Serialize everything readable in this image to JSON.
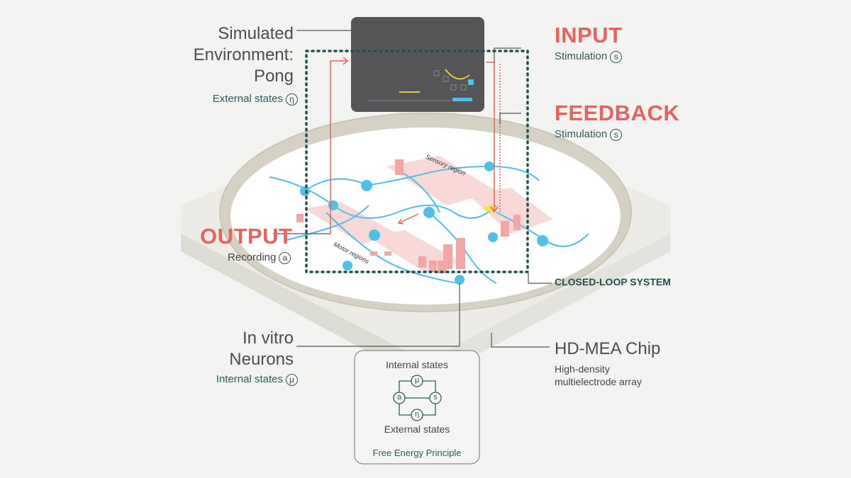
{
  "environment": {
    "title_lines": [
      "Simulated",
      "Environment:",
      "Pong"
    ],
    "states_label": "External states",
    "states_symbol": "η"
  },
  "input": {
    "title": "INPUT",
    "label": "Stimulation",
    "symbol": "s"
  },
  "feedback": {
    "title": "FEEDBACK",
    "label": "Stimulation",
    "symbol": "s"
  },
  "output": {
    "title": "OUTPUT",
    "label": "Recording",
    "symbol": "a"
  },
  "closed_loop": "CLOSED-LOOP SYSTEM",
  "neurons": {
    "title_lines": [
      "In vitro",
      "Neurons"
    ],
    "states_label": "Internal states",
    "states_symbol": "μ"
  },
  "chip": {
    "title": "HD-MEA Chip",
    "desc_lines": [
      "High-density",
      "multielectrode array"
    ]
  },
  "region_labels": {
    "sensory": "Sensory region",
    "motor": "Motor regions"
  },
  "fep_box": {
    "top": "Internal states",
    "bottom": "External states",
    "caption": "Free Energy Principle",
    "nodes": {
      "mu": "μ",
      "a": "a",
      "s": "s",
      "eta": "η"
    }
  },
  "colors": {
    "accent_red": "#e8625f",
    "teal": "#1f4f4e",
    "neuron_blue": "#4fc0e6",
    "screen": "#555557"
  }
}
